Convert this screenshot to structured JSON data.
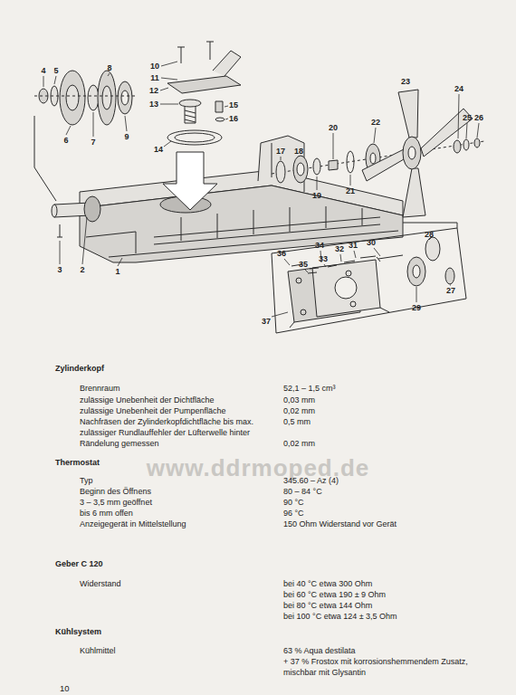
{
  "diagram": {
    "labels": [
      "1",
      "2",
      "3",
      "4",
      "5",
      "6",
      "7",
      "8",
      "9",
      "10",
      "11",
      "12",
      "13",
      "14",
      "15",
      "16",
      "17",
      "18",
      "19",
      "20",
      "21",
      "22",
      "23",
      "24",
      "25",
      "26",
      "27",
      "28",
      "29",
      "30",
      "31",
      "32",
      "33",
      "34",
      "35",
      "36",
      "37",
      "Zylinderkopf",
      "Brennraum",
      "52,1 – 1,5 cm³",
      "zulässige Unebenheit der Dichtfläche",
      "0,03 mm",
      "zulässige Unebenheit der Pumpenfläche",
      "0,02 mm",
      "Nachfräsen der Zylinderkopfdichtfläche bis max.",
      "0,5 mm",
      "zulässiger Rundlauffehler der Lüfterwelle hinter Rändelung gemessen",
      "0,02 mm",
      "Thermostat",
      "Typ",
      "345.60 – Az (4)",
      "Beginn des Öffnens",
      "80 – 84 °C",
      "3 – 3,5 mm geöffnet",
      "90 °C",
      "bis 6 mm offen",
      "96 °C",
      "Anzeigegerät in Mittelstellung",
      "150 Ohm Widerstand vor Gerät",
      "Geber C 120",
      "Widerstand",
      "bei 40 °C etwa 300 Ohm",
      "bei 60 °C etwa 190 ± 9 Ohm",
      "bei 80 °C etwa 144 Ohm",
      "bei 100 °C etwa 124 ± 3,5 Ohm",
      "Kühlsystem",
      "Kühlmittel",
      "63 % Aqua destilata",
      "+ 37 % Frostox mit korrosionshemmendem Zusatz, mischbar mit Glysantin",
      "www.ddrmoped.de",
      "10"
    ]
  }
}
